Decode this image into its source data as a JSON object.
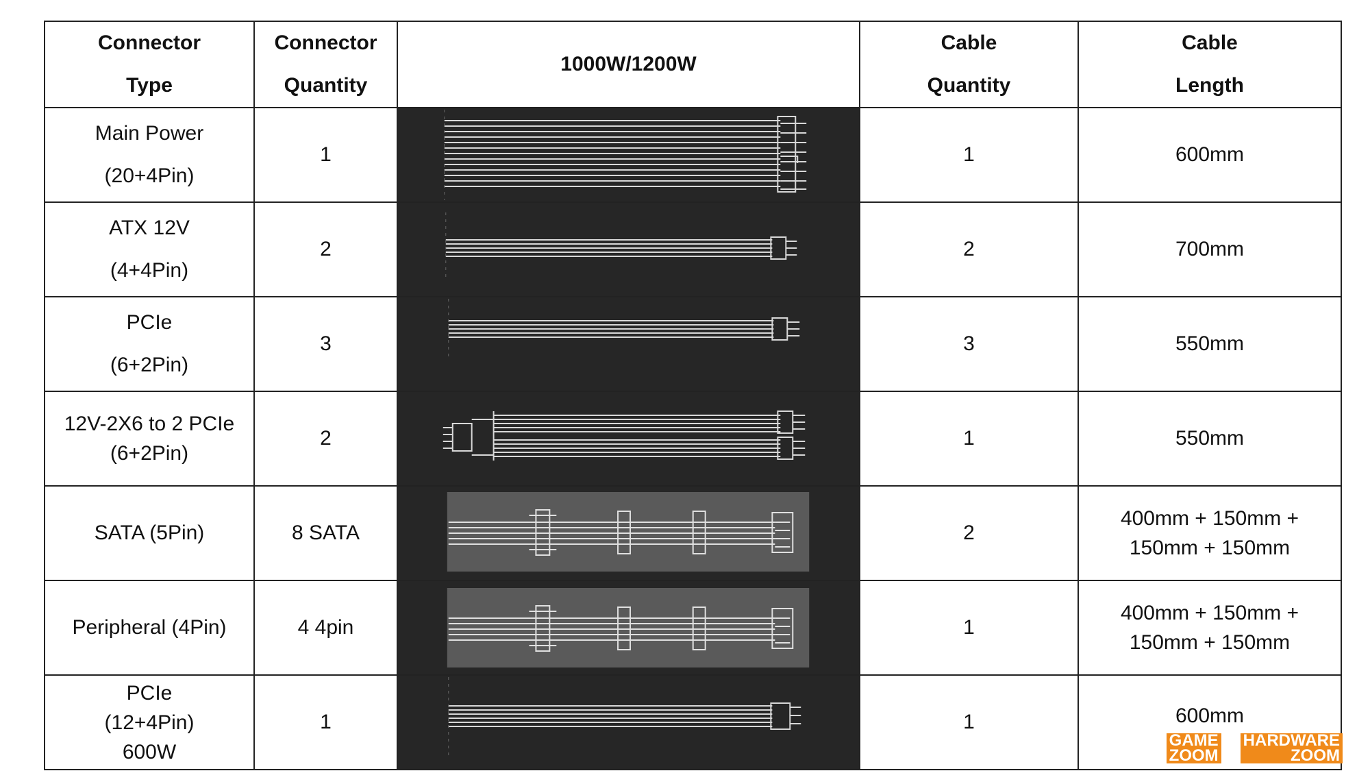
{
  "table": {
    "headers": {
      "connector_type": [
        "Connector",
        "Type"
      ],
      "connector_quantity": [
        "Connector",
        "Quantity"
      ],
      "model": "1000W/1200W",
      "cable_quantity": [
        "Cable",
        "Quantity"
      ],
      "cable_length": [
        "Cable",
        "Length"
      ]
    },
    "rows": [
      {
        "type": [
          "Main Power",
          "(20+4Pin)"
        ],
        "connector_qty": "1",
        "diagram": "main-power-24pin-cable-icon",
        "cable_qty": "1",
        "length": [
          "600mm"
        ]
      },
      {
        "type": [
          "ATX 12V",
          "(4+4Pin)"
        ],
        "connector_qty": "2",
        "diagram": "atx-12v-cable-icon",
        "cable_qty": "2",
        "length": [
          "700mm"
        ]
      },
      {
        "type": [
          "PCIe",
          "(6+2Pin)"
        ],
        "connector_qty": "3",
        "diagram": "pcie-8pin-cable-icon",
        "cable_qty": "3",
        "length": [
          "550mm"
        ]
      },
      {
        "type": [
          "12V-2X6 to 2 PCIe",
          "(6+2Pin)"
        ],
        "connector_qty": "2",
        "diagram": "12v-2x6-to-pcie-cable-icon",
        "cable_qty": "1",
        "length": [
          "550mm"
        ]
      },
      {
        "type": [
          "SATA (5Pin)"
        ],
        "connector_qty": "8 SATA",
        "diagram": "sata-cable-icon",
        "cable_qty": "2",
        "length": [
          "400mm + 150mm +",
          "150mm + 150mm"
        ]
      },
      {
        "type": [
          "Peripheral (4Pin)"
        ],
        "connector_qty": "4 4pin",
        "diagram": "peripheral-cable-icon",
        "cable_qty": "1",
        "length": [
          "400mm + 150mm +",
          "150mm + 150mm"
        ]
      },
      {
        "type": [
          "PCIe",
          "(12+4Pin)",
          "600W"
        ],
        "connector_qty": "1",
        "diagram": "pcie-16pin-cable-icon",
        "cable_qty": "1",
        "length": [
          "600mm"
        ]
      }
    ]
  },
  "watermark": {
    "left": [
      "GAME",
      "ZOOM"
    ],
    "right": [
      "HARDWARE",
      "ZOOM"
    ],
    "color": "#f08a1a"
  }
}
